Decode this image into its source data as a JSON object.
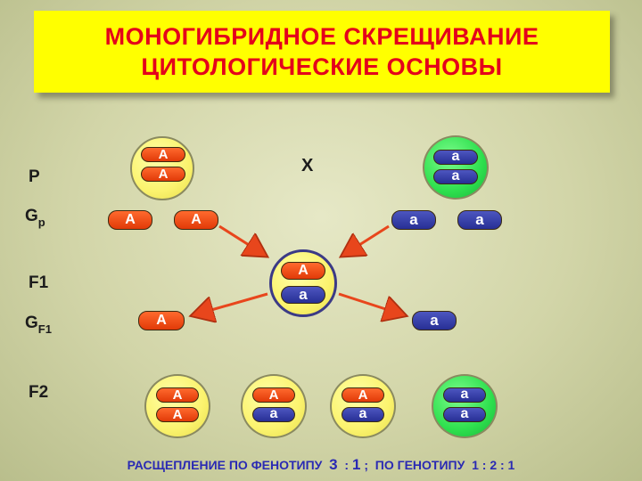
{
  "title": {
    "line1": "МОНОГИБРИДНОЕ СКРЕЩИВАНИЕ",
    "line2": "ЦИТОЛОГИЧЕСКИЕ ОСНОВЫ"
  },
  "rows": {
    "p": "P",
    "gp_main": "G",
    "gp_sub": "p",
    "f1": "F1",
    "gf1_main": "G",
    "gf1_sub": "F1",
    "f2": "F2"
  },
  "cross_sign": "X",
  "alleles": {
    "dominant": "А",
    "recessive": "а"
  },
  "colors": {
    "dominant": "#e84a12",
    "recessive": "#2f37a0",
    "yellow_cell": "#fbf36e",
    "green_cell": "#2ee04e",
    "arrow": "#e8461c",
    "title_bg": "#ffff00",
    "title_text": "#e4001b",
    "footer_text": "#2a2ab3"
  },
  "footer": {
    "phenotype_label": "РАСЩЕПЛЕНИЕ ПО ФЕНОТИПУ",
    "phenotype_a": "3",
    "phenotype_sep": ":",
    "phenotype_b": "1",
    "semicolon": ";",
    "genotype_label": "ПО ГЕНОТИПУ",
    "genotype_ratio": "1 : 2 : 1"
  }
}
